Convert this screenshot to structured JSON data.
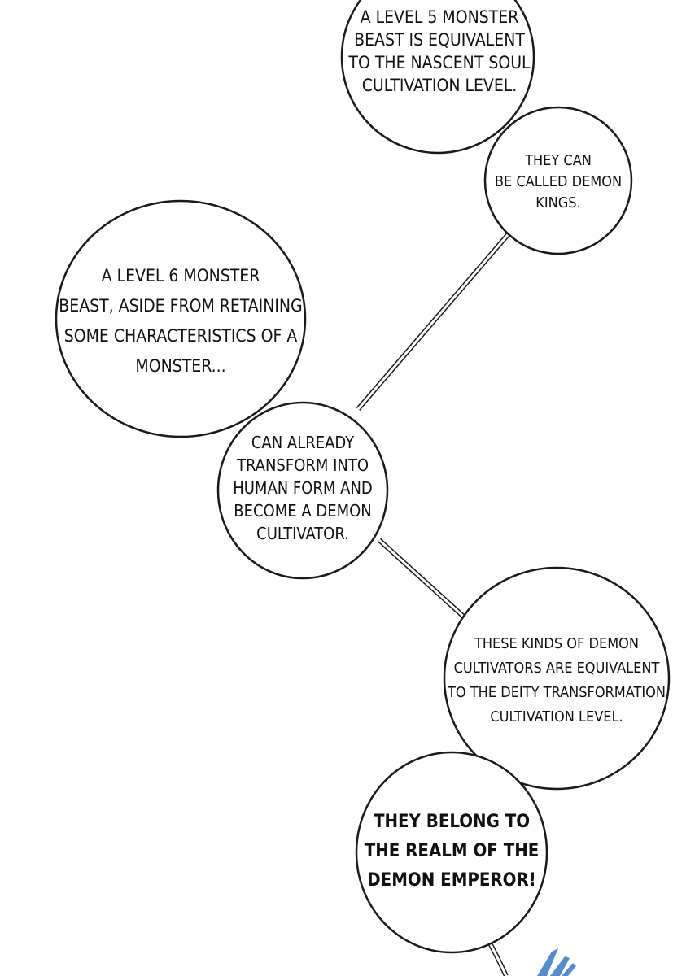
{
  "bubbles": [
    {
      "id": "level-5-beast",
      "lines": [
        "A LEVEL 5 MONSTER",
        "BEAST IS EQUIVALENT",
        "TO THE NASCENT SOUL",
        "CULTIVATION LEVEL."
      ]
    },
    {
      "id": "demon-kings",
      "lines": [
        "THEY CAN",
        "BE CALLED DEMON",
        "KINGS."
      ]
    },
    {
      "id": "level-6-beast",
      "lines": [
        "A LEVEL 6 MONSTER",
        "BEAST, ASIDE FROM RETAINING",
        "SOME CHARACTERISTICS OF A",
        "MONSTER..."
      ]
    },
    {
      "id": "human-form",
      "lines": [
        "CAN ALREADY",
        "TRANSFORM INTO",
        "HUMAN FORM AND",
        "BECOME A DEMON",
        "CULTIVATOR."
      ]
    },
    {
      "id": "deity-transformation",
      "lines": [
        "THESE KINDS OF DEMON",
        "CULTIVATORS ARE EQUIVALENT",
        "TO THE DEITY TRANSFORMATION",
        "CULTIVATION LEVEL."
      ]
    },
    {
      "id": "demon-emperor",
      "lines": [
        "THEY BELONG TO",
        "THE REALM OF THE",
        "DEMON EMPEROR!"
      ]
    }
  ],
  "colors": {
    "background": "#ffffff",
    "outline": "#1a1a1a",
    "text": "#111111",
    "accent_blue": "#3a78c2"
  }
}
